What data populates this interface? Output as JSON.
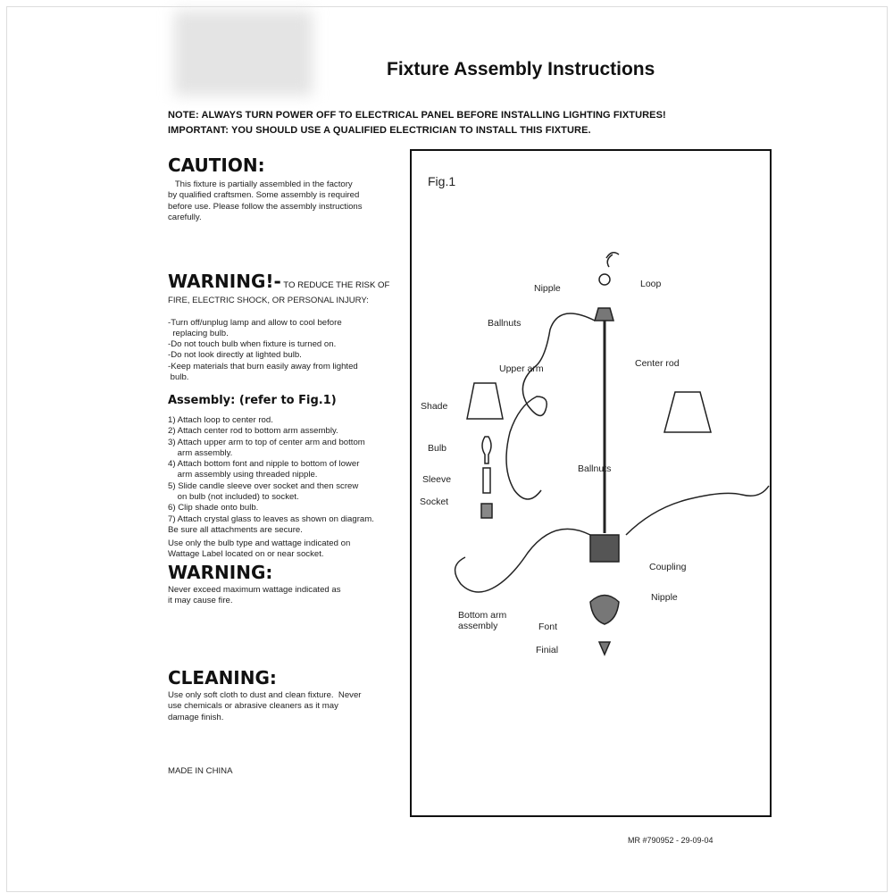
{
  "title": "Fixture Assembly Instructions",
  "notes": {
    "note": "NOTE: ALWAYS TURN POWER OFF TO ELECTRICAL PANEL BEFORE INSTALLING LIGHTING FIXTURES!",
    "important": "IMPORTANT:    YOU SHOULD USE A QUALIFIED ELECTRICIAN TO INSTALL THIS FIXTURE."
  },
  "caution": {
    "heading": "CAUTION:",
    "body": "   This fixture is partially assembled in the factory\nby qualified craftsmen. Some assembly is required\nbefore use. Please follow the assembly instructions\ncarefully."
  },
  "warning1": {
    "heading": "WARNING!-",
    "subheading": " TO REDUCE THE RISK OF",
    "body": "FIRE, ELECTRIC SHOCK, OR PERSONAL INJURY:\n\n-Turn off/unplug lamp and allow to cool before\n  replacing bulb.\n-Do not touch bulb when fixture is turned on.\n-Do not look directly at lighted bulb.\n-Keep materials that burn easily away from lighted\n bulb."
  },
  "assembly": {
    "heading": "Assembly: (refer to Fig.1)",
    "body": "1) Attach loop to center rod.\n2) Attach center rod to bottom arm assembly.\n3) Attach upper arm to top of center arm and bottom\n    arm assembly.\n4) Attach bottom font and nipple to bottom of lower\n    arm assembly using threaded nipple.\n5) Slide candle sleeve over socket and then screw\n    on bulb (not included) to socket.\n6) Clip shade onto bulb.\n7) Attach crystal glass to leaves as shown on diagram.\nBe sure all attachments are secure.",
    "wattage": "Use only the bulb type and wattage indicated on\nWattage Label located on or near socket."
  },
  "warning2": {
    "heading": "WARNING:",
    "body": "Never exceed maximum wattage indicated as\nit may cause fire."
  },
  "cleaning": {
    "heading": "CLEANING:",
    "body": "Use only soft cloth to dust and clean fixture.  Never\nuse chemicals or abrasive cleaners as it may\ndamage finish."
  },
  "origin": "MADE IN CHINA",
  "figure": {
    "caption": "Fig.1",
    "labels": {
      "loop": "Loop",
      "nipple_top": "Nipple",
      "ballnuts_top": "Ballnuts",
      "center_rod": "Center rod",
      "upper_arm": "Upper arm",
      "shade": "Shade",
      "bulb": "Bulb",
      "ballnuts_mid": "Ballnuts",
      "sleeve": "Sleeve",
      "socket": "Socket",
      "coupling": "Coupling",
      "nipple_bottom": "Nipple",
      "bottom_arm": "Bottom arm\nassembly",
      "font": "Font",
      "finial": "Finial"
    }
  },
  "footer": "MR  #790952 - 29-09-04"
}
